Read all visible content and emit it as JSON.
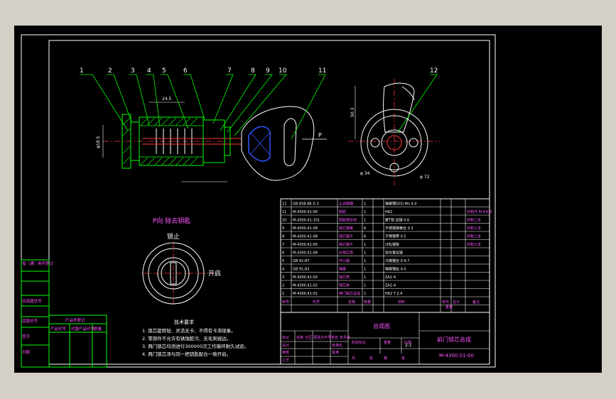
{
  "balloons": [
    "1",
    "2",
    "3",
    "4",
    "5",
    "6",
    "7",
    "8",
    "9",
    "10",
    "11",
    "12"
  ],
  "dims": {
    "d1": "24.5",
    "d2": "φ18.5",
    "d3": "50.3",
    "d4": "φ 34",
    "d5": "φ 72",
    "p_arrow": "P"
  },
  "view_label": "P向 除去钥匙",
  "lock_label": "锁止",
  "open_label": "开启",
  "tech_req": {
    "title": "技术要求",
    "items": [
      "1. 锁芯旋转轻、灵活无卡、不得有卡滞现象。",
      "2. 零部件不允许有锈蚀脏污、无毛刺锐边。",
      "3. 两门锁芯均须进行300000次工作循环耐久试验。",
      "4. 两门锁芯须与同一把钥匙配合一致开启。"
    ]
  },
  "bom_rows": [
    [
      "12",
      "GB 858-88 D 3",
      "止动垫圈",
      "1",
      "弹簧钢55Si Mn 4.0",
      "",
      ""
    ],
    [
      "11",
      "M-4300.41-00",
      "钥匙",
      "1",
      "H62",
      "",
      "外购件 M-4300"
    ],
    [
      "10",
      "M-4300.41-101",
      "钥匙限位块",
      "1",
      "聚T锁 压铸 0.6",
      "",
      "外购三支"
    ],
    [
      "9",
      "M-4300.41-09",
      "锁芯弹簧",
      "6",
      "不锈钢弹簧丝 0.3",
      "",
      "外购三支"
    ],
    [
      "8",
      "M-4300.41-08",
      "锁芯簧片",
      "6",
      "不锈钢带 0.5",
      "",
      "外购三支"
    ],
    [
      "7",
      "M-4300.41-05",
      "锁芯簧片",
      "1",
      "冷轧钢板",
      "",
      "外购三支"
    ],
    [
      "6",
      "M-4300.41-04",
      "左锁芯壳",
      "1",
      "锌合金压铸",
      "",
      ""
    ],
    [
      "5",
      "GB 91-87",
      "开口销",
      "1",
      "冷镦钢丝 0 4.7",
      "",
      ""
    ],
    [
      "4",
      "GB 91-83",
      "弹簧",
      "1",
      "弹簧钢丝 4.0",
      "",
      ""
    ],
    [
      "3",
      "M-4300.41-03",
      "锁芯壳",
      "1",
      "ZA1-4",
      "",
      ""
    ],
    [
      "2",
      "M-4300.41-02",
      "锁芯体",
      "1",
      "ZA1-4",
      "",
      ""
    ],
    [
      "1",
      "M-4300.41-01",
      "两门锁芯总成",
      "1",
      "H62 T 2.4",
      "",
      ""
    ]
  ],
  "bom_header": [
    "序号",
    "代号",
    "名称",
    "数量",
    "材料",
    "单件",
    "总计",
    "备注"
  ],
  "bom_header_sub": [
    "重量"
  ],
  "title_block": {
    "assembly": "总成图",
    "name": "前门锁芯总成",
    "code": "M-4300.01-00",
    "scale": "2:1",
    "marks": [
      "标记",
      "处数",
      "分区",
      "更改文件号",
      "签名",
      "年月日"
    ],
    "roles": [
      "设计",
      "审核",
      "工艺",
      "标准化",
      "批准"
    ],
    "stage": [
      "阶段标记",
      "重量",
      "比例"
    ],
    "sheet": [
      "共",
      "张",
      "第",
      "张"
    ]
  },
  "left_block": {
    "row_labels": [
      "借（通）用件登记",
      "旧底图总号",
      "底图总号",
      "签字",
      "日期"
    ],
    "small_title": "产品件登记",
    "small_header": [
      "产品代号",
      "代替产品代号",
      "数量"
    ]
  }
}
